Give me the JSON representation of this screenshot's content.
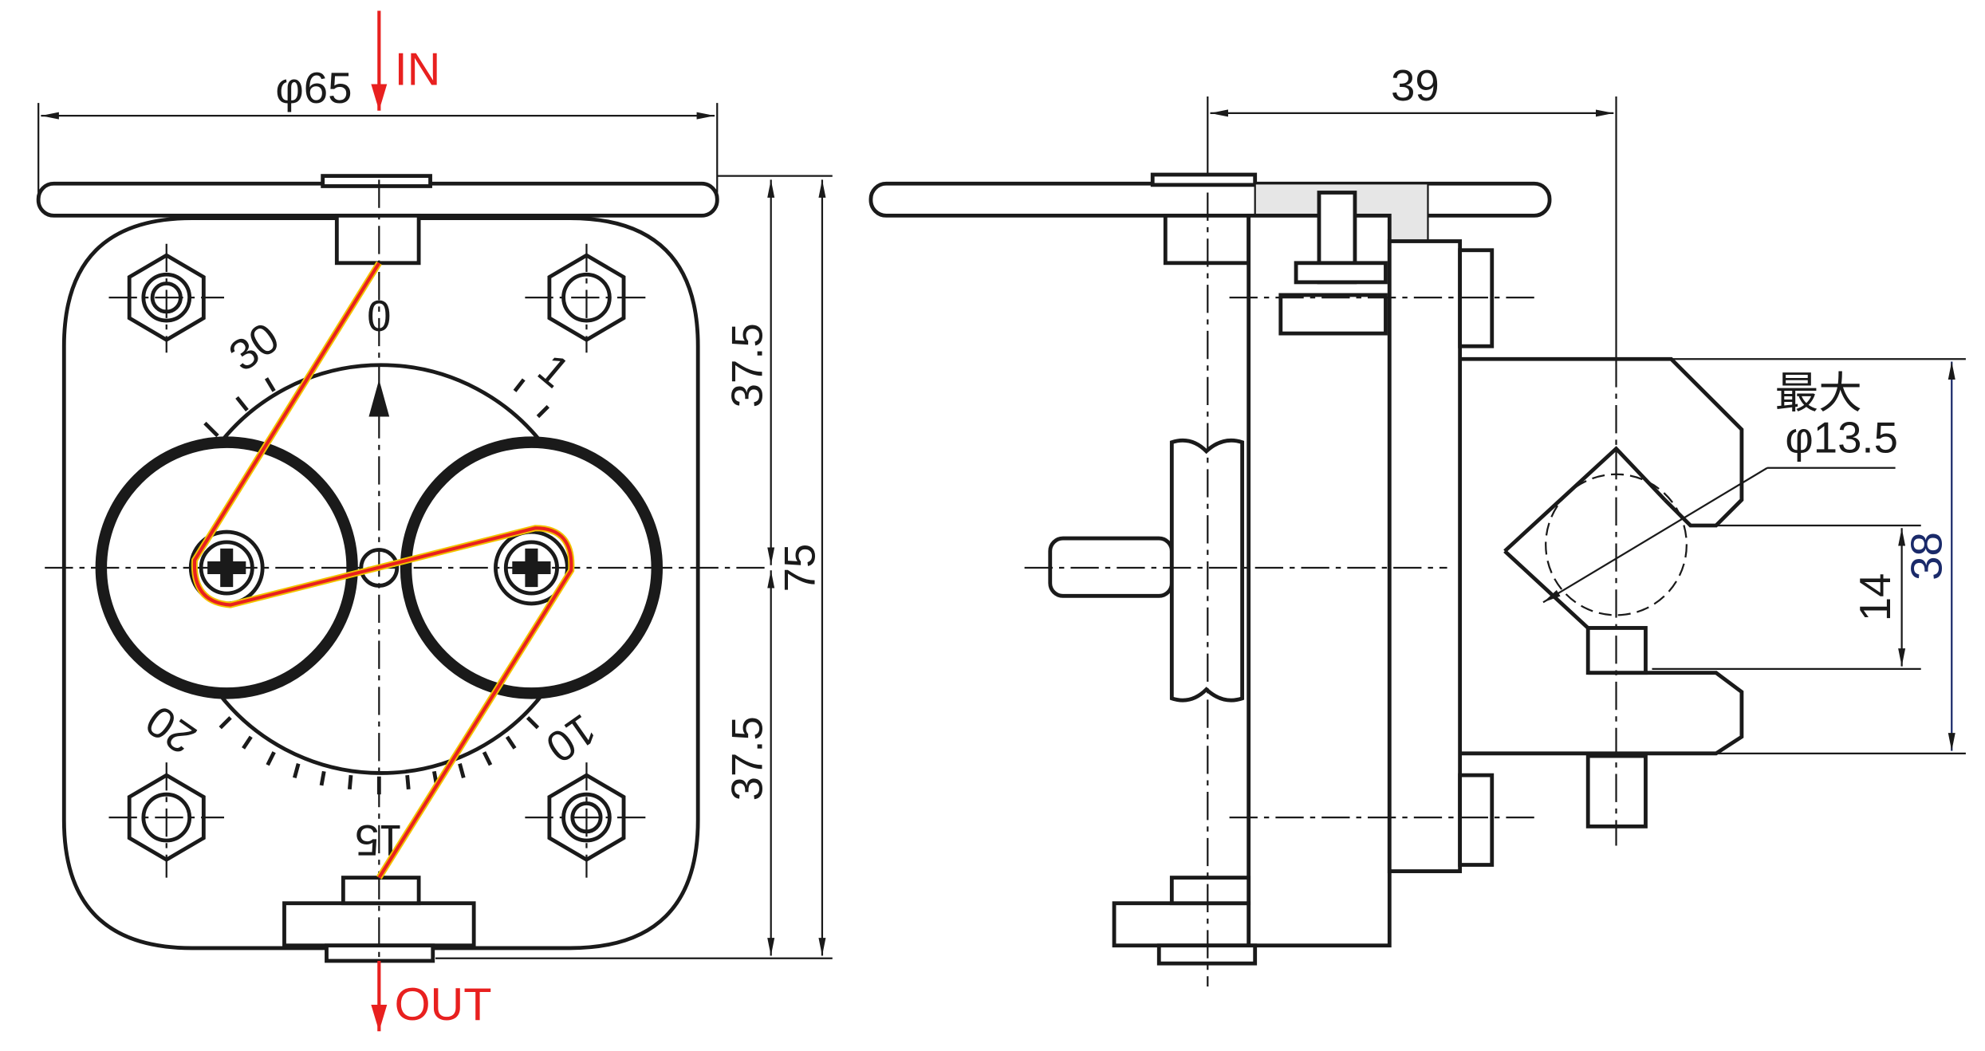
{
  "front_view": {
    "flow_in_label": "IN",
    "flow_out_label": "OUT",
    "diameter_label": "φ65",
    "upper_height_label": "37.5",
    "lower_height_label": "37.5",
    "total_height_label": "75",
    "dial_labels": {
      "zero": "0",
      "one": "1",
      "thirty": "30",
      "twenty": "20",
      "ten": "10",
      "fifteen": "15"
    }
  },
  "side_view": {
    "depth_label": "39",
    "max_label": "最大",
    "max_diameter_label": "φ13.5",
    "gap_label": "14",
    "clamp_height_label": "38"
  },
  "colors": {
    "flow_path": "#e8201f",
    "line": "#1a1a1a",
    "dimension_accent": "#1a2a6a"
  }
}
